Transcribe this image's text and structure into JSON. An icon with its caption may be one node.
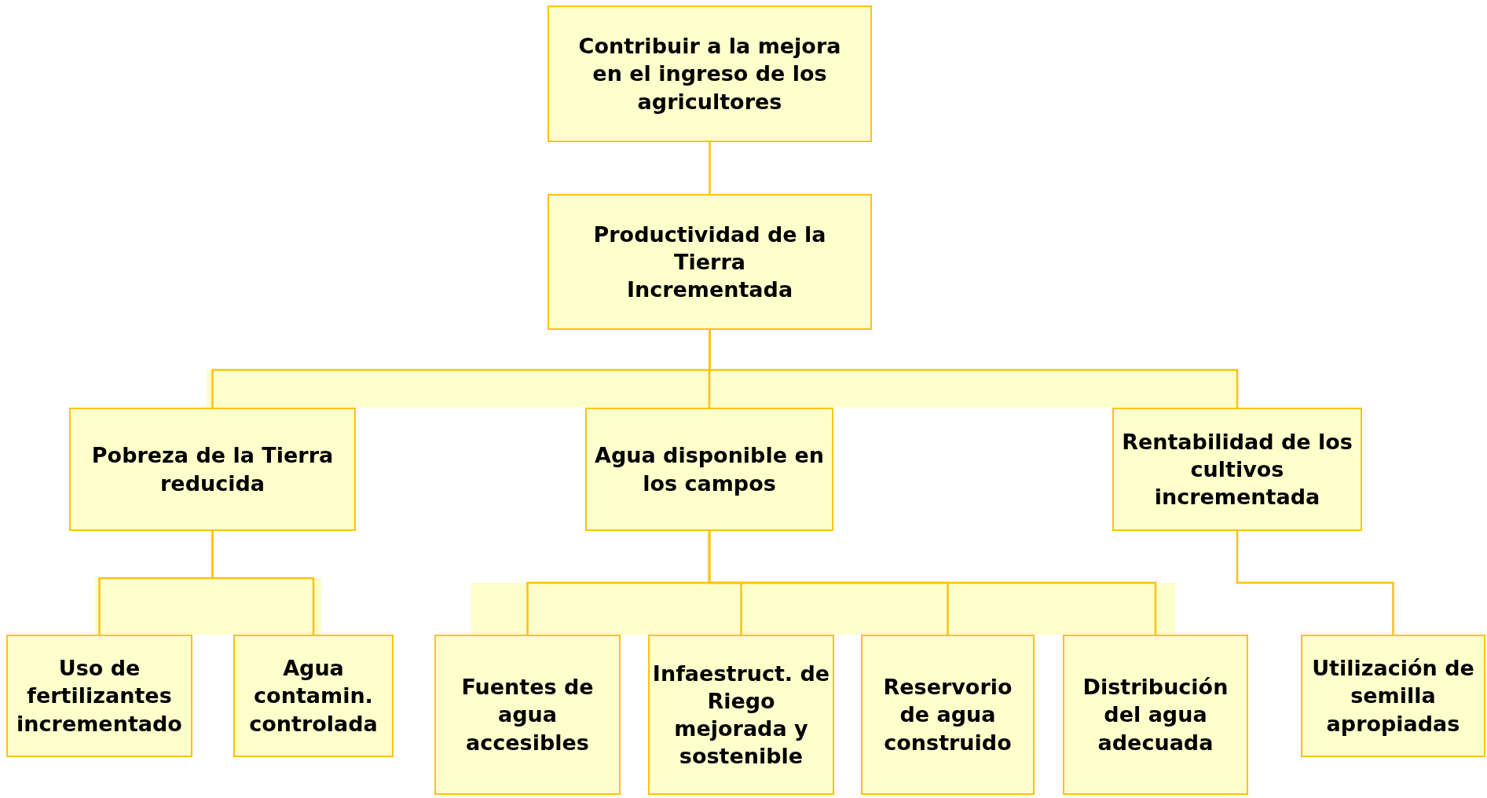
{
  "diagram": {
    "nodes": [
      {
        "text": [
          "Contribuir a la mejora en el ingreso de los agricultores"
        ]
      },
      {
        "text": [
          "Productividad de la Tierra Incrementada"
        ]
      },
      {
        "text": [
          "Pobreza de la Tierra reducida"
        ]
      },
      {
        "text": [
          "Agua disponible en los campos"
        ]
      },
      {
        "text": [
          "Rentabilidad de los cultivos incrementada"
        ]
      },
      {
        "text": [
          "Uso de fertilizantes incrementado"
        ]
      },
      {
        "text": [
          "Agua contamin. controlada"
        ]
      },
      {
        "text": [
          "Fuentes de agua accesibles"
        ]
      },
      {
        "text": [
          "Infaestruct. de Riego mejorada y sostenible"
        ]
      },
      {
        "text": [
          "Reservorio de agua construido"
        ]
      },
      {
        "text": [
          "Distribución del agua adecuada"
        ]
      },
      {
        "text": [
          "Utilización de semilla apropiadas"
        ]
      }
    ],
    "edges": [
      {
        "from": 0,
        "to": 1,
        "arrow": "none"
      },
      {
        "from": 1,
        "to": 2,
        "arrow": "none"
      },
      {
        "from": 1,
        "to": 3,
        "arrow": "none"
      },
      {
        "from": 1,
        "to": 4,
        "arrow": "none"
      },
      {
        "from": 2,
        "to": 5,
        "arrow": "none"
      },
      {
        "from": 2,
        "to": 6,
        "arrow": "none"
      },
      {
        "from": 3,
        "to": 7,
        "arrow": "none"
      },
      {
        "from": 3,
        "to": 8,
        "arrow": "none"
      },
      {
        "from": 3,
        "to": 9,
        "arrow": "none"
      },
      {
        "from": 3,
        "to": 10,
        "arrow": "none"
      },
      {
        "from": 4,
        "to": 11,
        "arrow": "none"
      }
    ]
  }
}
